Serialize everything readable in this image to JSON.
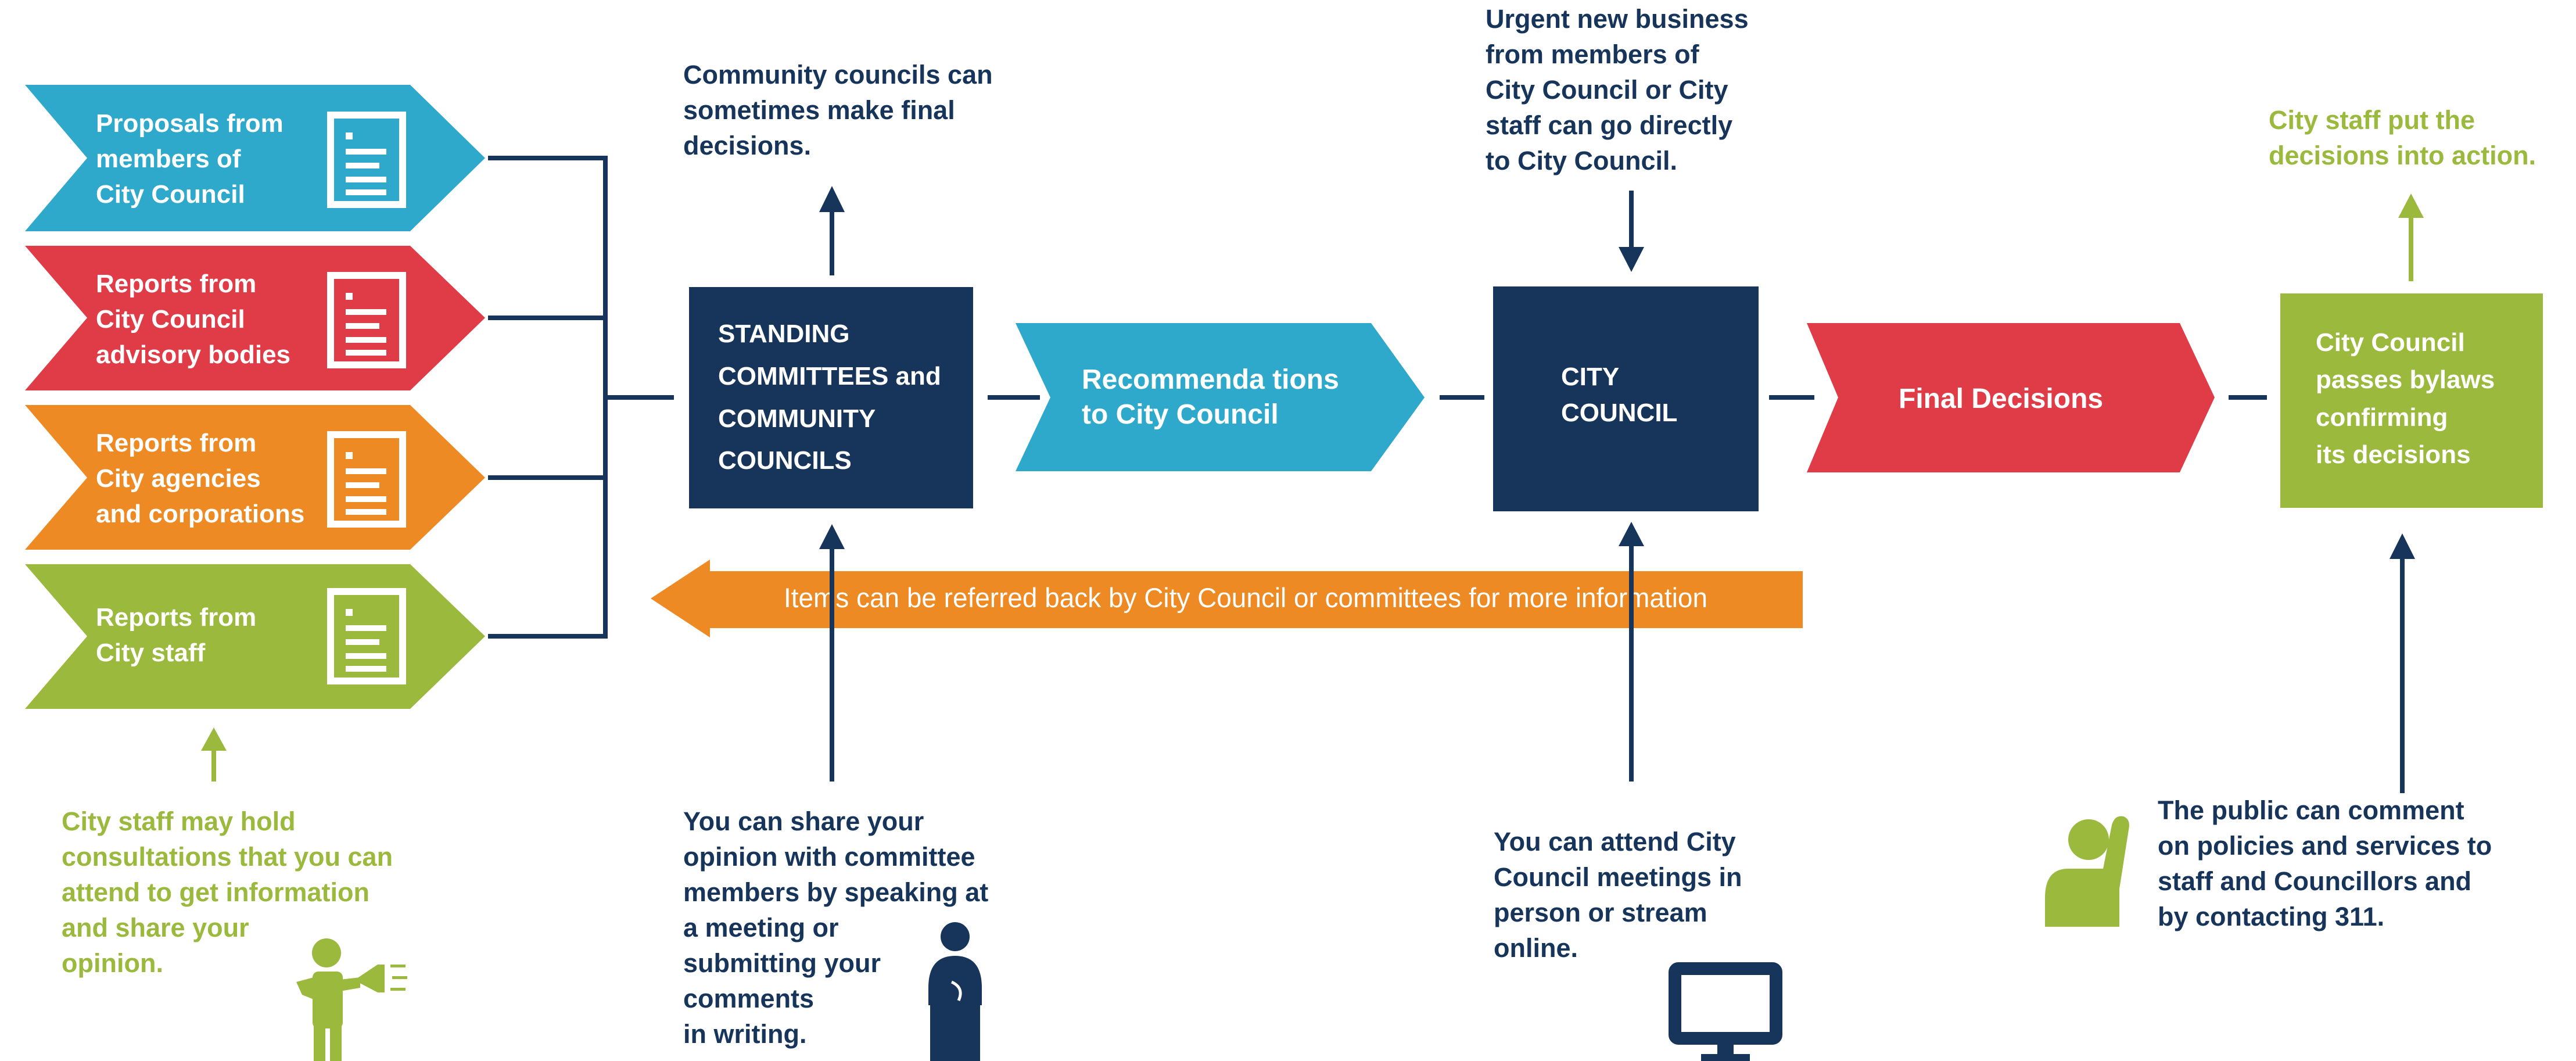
{
  "colors": {
    "navy": "#17355a",
    "blue": "#2ea9cc",
    "red": "#e03c48",
    "orange": "#ee8a23",
    "green": "#9ab93d"
  },
  "inputs": [
    {
      "lines": [
        "Proposals from",
        "members of",
        "City Council"
      ],
      "icon": "document-icon"
    },
    {
      "lines": [
        "Reports from",
        "City Council",
        "advisory bodies"
      ],
      "icon": "document-icon"
    },
    {
      "lines": [
        "Reports from",
        "City agencies",
        "and corporations"
      ],
      "icon": "document-icon"
    },
    {
      "lines": [
        "Reports from",
        "City staff"
      ],
      "icon": "document-icon"
    }
  ],
  "standing_committees": {
    "lines": [
      "STANDING",
      "COMMITTEES and",
      "COMMUNITY",
      "COUNCILS"
    ]
  },
  "recommendations": {
    "lines": [
      "Recommenda tions",
      "to City Council"
    ]
  },
  "city_council": {
    "lines": [
      "CITY",
      "COUNCIL"
    ]
  },
  "final_decisions": {
    "label": "Final Decisions"
  },
  "bylaws": {
    "lines": [
      "City Council",
      "passes bylaws",
      "confirming",
      "its decisions"
    ]
  },
  "referral": {
    "label": "Items can be referred back by City Council or committees for more information"
  },
  "notes": {
    "community_councils": "Community councils can\nsometimes make final\ndecisions.",
    "urgent_business": "Urgent new business\nfrom members of\nCity Council or City\nstaff can go directly\nto City Council.",
    "staff_action": "City staff put the\ndecisions into action.",
    "consultations": "City staff may hold\nconsultations that you can\nattend to get information\nand share your\nopinion.",
    "share_opinion": "You can share your\nopinion with committee\nmembers by speaking at\na meeting or\nsubmitting your\ncomments\nin writing.",
    "attend_meetings": "You can attend City\nCouncil meetings in\nperson or stream\nonline.",
    "public_comment": "The public can comment\non policies and services to\nstaff and Councillors and\nby contacting 311."
  },
  "icons": {
    "megaphone": "megaphone-person-icon",
    "podium": "speaker-at-podium-icon",
    "monitor": "monitor-icon",
    "raised_hand": "raised-hand-person-icon"
  }
}
